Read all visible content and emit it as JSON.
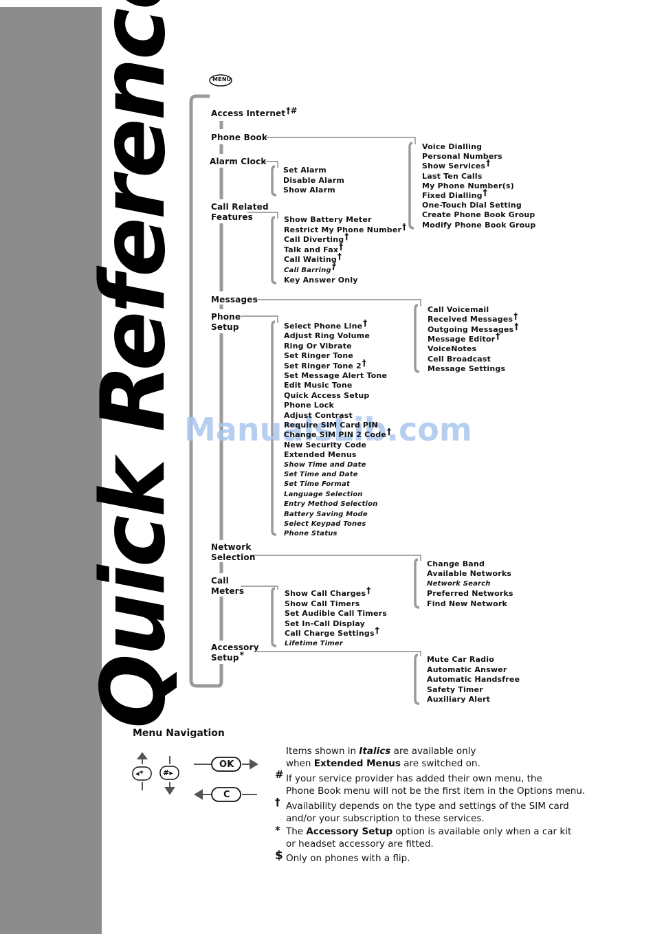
{
  "sidebar_title": "Quick Reference",
  "watermark": "ManualsLib.com",
  "menu_key_label": "MENU",
  "main_menu": {
    "access_internet": "Access Internet",
    "access_internet_mark": "†#",
    "phone_book": "Phone Book",
    "alarm_clock": "Alarm Clock",
    "call_related_1": "Call Related",
    "call_related_2": "Features",
    "messages": "Messages",
    "phone_setup_1": "Phone",
    "phone_setup_2": "Setup",
    "network_selection_1": "Network",
    "network_selection_2": "Selection",
    "call_meters_1": "Call",
    "call_meters_2": "Meters",
    "accessory_setup_1": "Accessory",
    "accessory_setup_2": "Setup",
    "accessory_setup_mark": "*"
  },
  "submenus": {
    "phone_book": [
      {
        "label": "Voice Dialling"
      },
      {
        "label": "Personal Numbers"
      },
      {
        "label": "Show Services",
        "mark": "†"
      },
      {
        "label": "Last Ten Calls"
      },
      {
        "label": "My Phone Number(s)"
      },
      {
        "label": "Fixed Dialling",
        "mark": "†"
      },
      {
        "label": "One-Touch Dial Setting"
      },
      {
        "label": "Create Phone Book Group"
      },
      {
        "label": "Modify Phone Book Group"
      }
    ],
    "alarm_clock": [
      {
        "label": "Set Alarm"
      },
      {
        "label": "Disable Alarm"
      },
      {
        "label": "Show Alarm"
      }
    ],
    "call_related": [
      {
        "label": "Show Battery Meter"
      },
      {
        "label": "Restrict My Phone Number",
        "mark": "†"
      },
      {
        "label": "Call Diverting",
        "mark": "†"
      },
      {
        "label": "Talk and Fax",
        "mark": "†"
      },
      {
        "label": "Call Waiting",
        "mark": "†"
      },
      {
        "label": "Call Barring",
        "mark": "†",
        "italic": true
      },
      {
        "label": "Key Answer Only"
      }
    ],
    "messages": [
      {
        "label": "Call Voicemail"
      },
      {
        "label": "Received Messages",
        "mark": "†"
      },
      {
        "label": "Outgoing Messages",
        "mark": "†"
      },
      {
        "label": "Message Editor",
        "mark": "†"
      },
      {
        "label": "VoiceNotes"
      },
      {
        "label": "Cell Broadcast"
      },
      {
        "label": "Message Settings"
      }
    ],
    "phone_setup": [
      {
        "label": "Select Phone Line",
        "mark": "†"
      },
      {
        "label": "Adjust Ring Volume"
      },
      {
        "label": "Ring Or Vibrate"
      },
      {
        "label": "Set Ringer Tone"
      },
      {
        "label": "Set Ringer Tone 2",
        "mark": "†"
      },
      {
        "label": "Set Message Alert Tone"
      },
      {
        "label": "Edit Music Tone"
      },
      {
        "label": "Quick Access Setup"
      },
      {
        "label": "Phone Lock"
      },
      {
        "label": "Adjust Contrast"
      },
      {
        "label": "Require SIM Card PIN"
      },
      {
        "label": "Change SIM PIN 2 Code",
        "mark": "†"
      },
      {
        "label": "New Security Code"
      },
      {
        "label": "Extended Menus"
      },
      {
        "label": "Show Time and Date",
        "italic": true
      },
      {
        "label": "Set Time and Date",
        "italic": true
      },
      {
        "label": "Set Time Format",
        "italic": true
      },
      {
        "label": "Language Selection",
        "italic": true
      },
      {
        "label": "Entry Method Selection",
        "italic": true
      },
      {
        "label": "Battery Saving Mode",
        "italic": true
      },
      {
        "label": "Select Keypad Tones",
        "italic": true
      },
      {
        "label": "Phone Status",
        "italic": true
      }
    ],
    "network_selection": [
      {
        "label": "Change Band"
      },
      {
        "label": "Available Networks"
      },
      {
        "label": "Network Search",
        "italic": true
      },
      {
        "label": "Preferred Networks"
      },
      {
        "label": "Find New Network"
      }
    ],
    "call_meters": [
      {
        "label": "Show Call Charges",
        "mark": "†"
      },
      {
        "label": "Show Call Timers"
      },
      {
        "label": "Set Audible Call Timers"
      },
      {
        "label": "Set In-Call Display"
      },
      {
        "label": "Call Charge Settings",
        "mark": "†"
      },
      {
        "label": "Lifetime Timer",
        "italic": true
      }
    ],
    "accessory_setup": [
      {
        "label": "Mute Car Radio"
      },
      {
        "label": "Automatic Answer"
      },
      {
        "label": "Automatic Handsfree"
      },
      {
        "label": "Safety Timer"
      },
      {
        "label": "Auxiliary Alert"
      }
    ]
  },
  "navigation": {
    "title": "Menu Navigation",
    "key_star": "◂*",
    "key_hash": "#▸",
    "ok_label": "OK",
    "c_label": "C"
  },
  "legend": {
    "italics_line1_pre": "Items shown in ",
    "italics_word": "Italics",
    "italics_line1_post": " are available only",
    "italics_line2_pre": "when ",
    "italics_line2_bold": "Extended Menus",
    "italics_line2_post": " are switched on.",
    "hash_symbol": "#",
    "hash_line1": "If your service provider has added their own menu, the",
    "hash_line2": "Phone Book menu will not be the first item in the Options menu.",
    "dagger_symbol": "†",
    "dagger_line1": "Availability depends on the type and settings of the SIM card",
    "dagger_line2": "and/or your subscription to these services.",
    "star_symbol": "*",
    "star_line1_pre": "The ",
    "star_line1_bold": "Accessory Setup",
    "star_line1_post": " option is available only when a car kit",
    "star_line2": "or headset accessory are fitted.",
    "dollar_symbol": "$",
    "dollar_line": "Only on phones with a flip."
  }
}
